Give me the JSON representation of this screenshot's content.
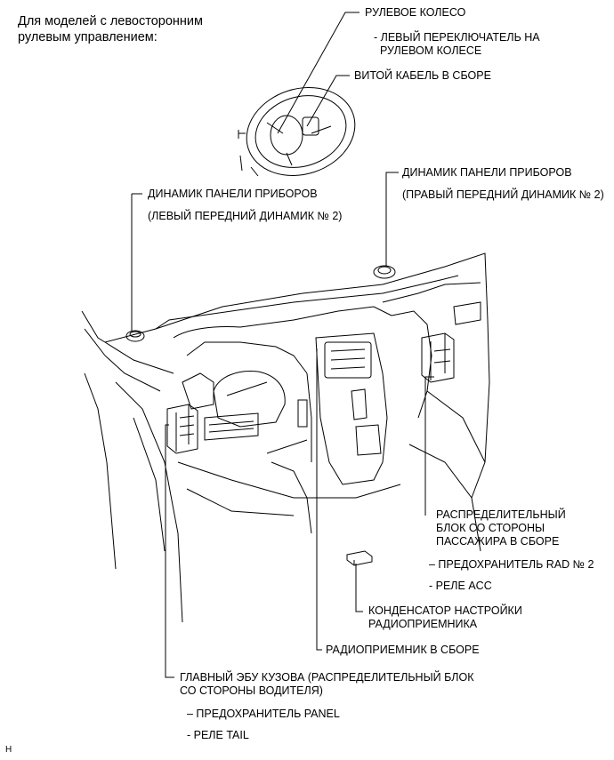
{
  "heading": "Для моделей с левосторонним\nрулевым управлением:",
  "labels": {
    "steering_wheel": "РУЛЕВОЕ КОЛЕСО",
    "steering_switch": "- ЛЕВЫЙ ПЕРЕКЛЮЧАТЕЛЬ НА\n  РУЛЕВОМ КОЛЕСЕ",
    "spiral_cable": "ВИТОЙ КАБЕЛЬ В СБОРЕ",
    "speaker_right_title": "ДИНАМИК ПАНЕЛИ ПРИБОРОВ",
    "speaker_right_sub": "(ПРАВЫЙ ПЕРЕДНИЙ ДИНАМИК № 2)",
    "speaker_left_title": "ДИНАМИК ПАНЕЛИ ПРИБОРОВ",
    "speaker_left_sub": "(ЛЕВЫЙ ПЕРЕДНИЙ ДИНАМИК № 2)",
    "passenger_jb": "РАСПРЕДЕЛИТЕЛЬНЫЙ\nБЛОК СО СТОРОНЫ\nПАССАЖИРА В СБОРЕ",
    "fuse_rad": "– ПРЕДОХРАНИТЕЛЬ RAD № 2",
    "relay_acc": "- РЕЛЕ ACC",
    "tuning_condenser": "КОНДЕНСАТОР НАСТРОЙКИ\nРАДИОПРИЕМНИКА",
    "radio": "РАДИОПРИЕМНИК В СБОРЕ",
    "body_ecu": "ГЛАВНЫЙ ЭБУ КУЗОВА (РАСПРЕДЕЛИТЕЛЬНЫЙ БЛОК\nСО СТОРОНЫ ВОДИТЕЛЯ)",
    "fuse_panel": "– ПРЕДОХРАНИТЕЛЬ PANEL",
    "relay_tail": "- РЕЛЕ TAIL"
  },
  "footer_code": "H"
}
